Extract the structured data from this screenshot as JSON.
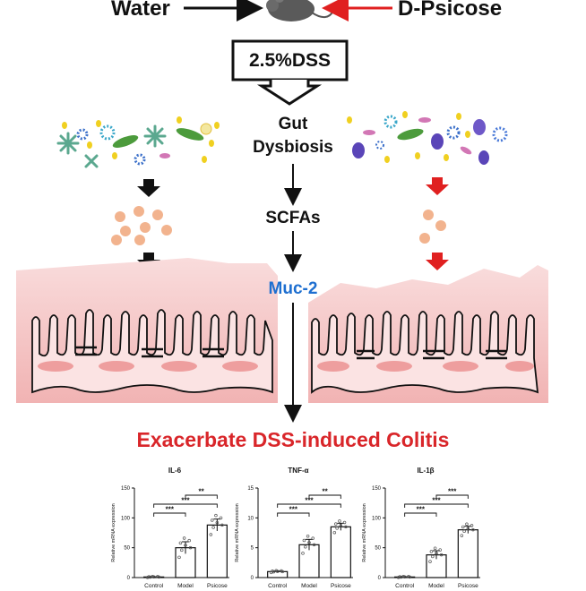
{
  "top": {
    "left_label": "Water",
    "right_label": "D-Psicose"
  },
  "treatment_box": "2.5%DSS",
  "center": {
    "gut_line1": "Gut",
    "gut_line2": "Dysbiosis",
    "scfa": "SCFAs",
    "muc": "Muc-2",
    "conclusion": "Exacerbate DSS-induced Colitis"
  },
  "colors": {
    "red": "#e02020",
    "blue": "#1e6fd0",
    "conclusion": "#d9262a",
    "tissue": "#f4c6c6",
    "tissue_dark": "#ee9e9e",
    "scfa": "#f2b38e"
  },
  "chart_data": [
    {
      "type": "bar",
      "title": "IL-6",
      "ylabel": "Relative mRNA expression",
      "categories": [
        "Control",
        "Model",
        "Psicose"
      ],
      "values": [
        1,
        50,
        88
      ],
      "errors": [
        0.5,
        10,
        10
      ],
      "ylim": [
        0,
        150
      ],
      "yticks": [
        "0",
        "50",
        "100",
        "150"
      ],
      "significance": [
        {
          "from": 1,
          "to": 2,
          "label": "**"
        },
        {
          "from": 0,
          "to": 1,
          "label": "***"
        },
        {
          "from": 0,
          "to": 2,
          "label": "***"
        }
      ]
    },
    {
      "type": "bar",
      "title": "TNF-α",
      "ylabel": "Relative mRNA expression",
      "categories": [
        "Control",
        "Model",
        "Psicose"
      ],
      "values": [
        1,
        5.5,
        8.5
      ],
      "errors": [
        0.1,
        0.9,
        0.6
      ],
      "ylim": [
        0,
        15
      ],
      "yticks": [
        "0",
        "5",
        "10",
        "15"
      ],
      "significance": [
        {
          "from": 1,
          "to": 2,
          "label": "**"
        },
        {
          "from": 0,
          "to": 1,
          "label": "***"
        },
        {
          "from": 0,
          "to": 2,
          "label": "***"
        }
      ]
    },
    {
      "type": "bar",
      "title": "IL-1β",
      "ylabel": "Relative mRNA expression",
      "categories": [
        "Control",
        "Model",
        "Psicose"
      ],
      "values": [
        1,
        38,
        80
      ],
      "errors": [
        0.5,
        7,
        6
      ],
      "ylim": [
        0,
        150
      ],
      "yticks": [
        "0",
        "50",
        "100",
        "150"
      ],
      "significance": [
        {
          "from": 1,
          "to": 2,
          "label": "***"
        },
        {
          "from": 0,
          "to": 1,
          "label": "***"
        },
        {
          "from": 0,
          "to": 2,
          "label": "***"
        }
      ]
    }
  ]
}
